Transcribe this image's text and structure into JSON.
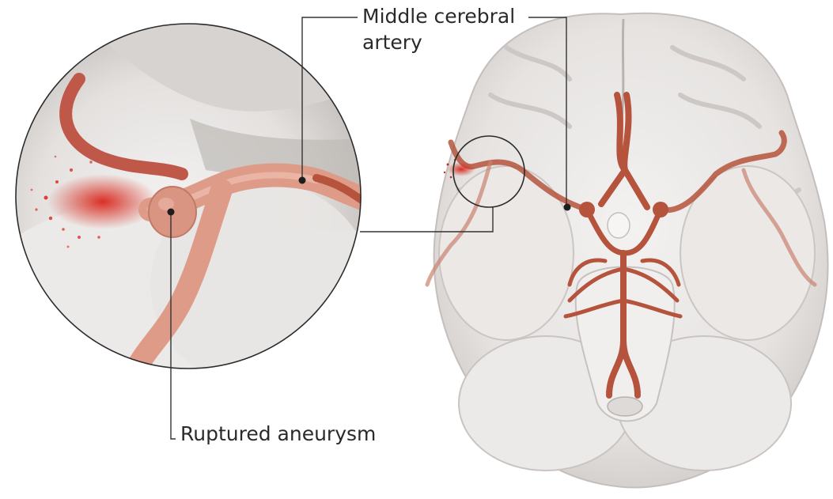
{
  "labels": {
    "middle_cerebral_artery_line1": "Middle cerebral",
    "middle_cerebral_artery_line2": "artery",
    "ruptured_aneurysm": "Ruptured aneurysm"
  },
  "colors": {
    "artery": "#b5533c",
    "artery_light": "#e39a84",
    "blood": "#d8261b",
    "brain": "#e9e7e6",
    "brain_shadow": "#c9c5c3",
    "leader_line": "#333333"
  }
}
